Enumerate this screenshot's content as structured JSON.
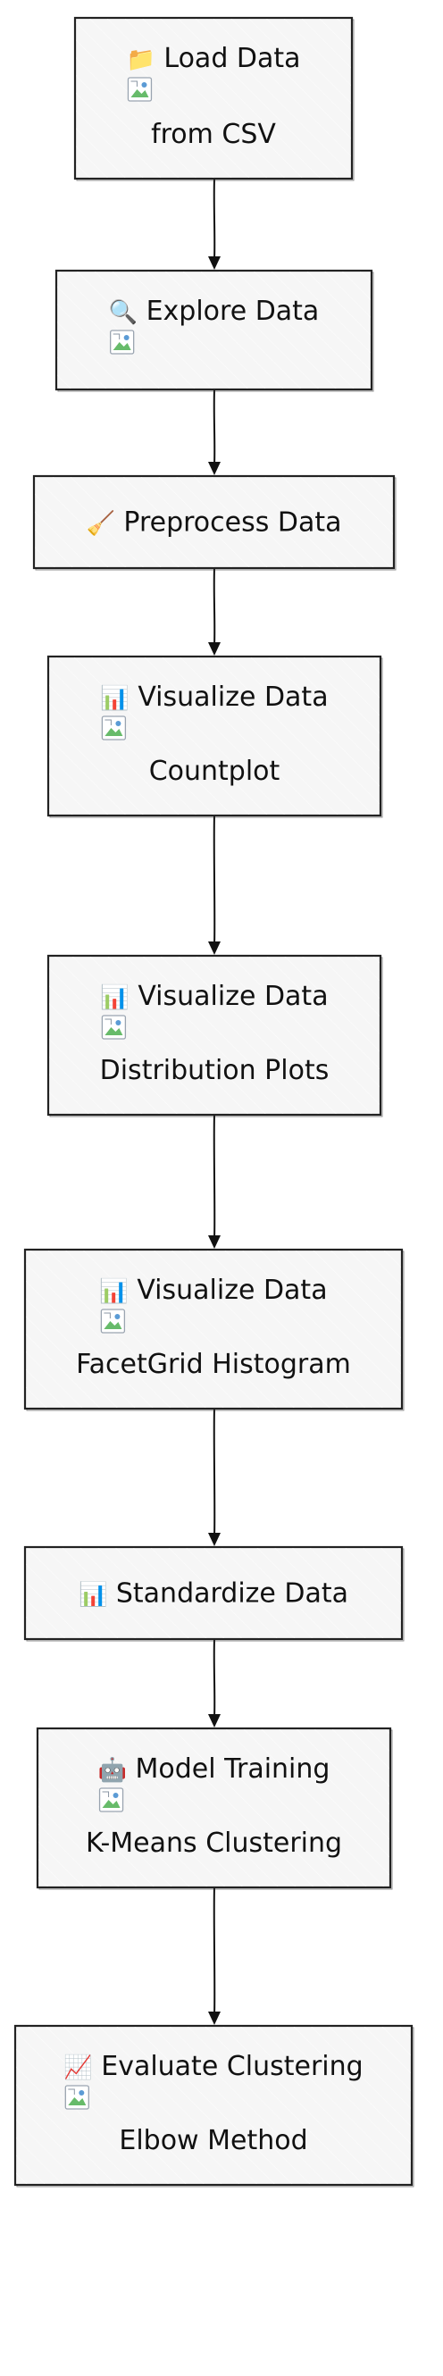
{
  "nodes": [
    {
      "id": "load",
      "icon": "folder-icon",
      "glyph": "📁",
      "line1": "Load Data",
      "line2": "from CSV",
      "has_image": true
    },
    {
      "id": "explore",
      "icon": "magnifier-icon",
      "glyph": "🔍",
      "line1": "Explore Data",
      "line2": "",
      "has_image": true
    },
    {
      "id": "preprocess",
      "icon": "broom-icon",
      "glyph": "🧹",
      "line1": "Preprocess Data",
      "line2": "",
      "has_image": false
    },
    {
      "id": "viz-count",
      "icon": "bar-chart-icon",
      "glyph": "📊",
      "line1": "Visualize Data",
      "line2": "Countplot",
      "has_image": true
    },
    {
      "id": "viz-dist",
      "icon": "bar-chart-icon",
      "glyph": "📊",
      "line1": "Visualize Data",
      "line2": "Distribution Plots",
      "has_image": true
    },
    {
      "id": "viz-facet",
      "icon": "bar-chart-icon",
      "glyph": "📊",
      "line1": "Visualize Data",
      "line2": "FacetGrid Histogram",
      "has_image": true
    },
    {
      "id": "standardize",
      "icon": "bar-chart-icon",
      "glyph": "📊",
      "line1": "Standardize Data",
      "line2": "",
      "has_image": false
    },
    {
      "id": "train",
      "icon": "robot-icon",
      "glyph": "🤖",
      "line1": "Model Training",
      "line2": "K-Means Clustering",
      "has_image": true
    },
    {
      "id": "evaluate",
      "icon": "chart-increasing-icon",
      "glyph": "📈",
      "line1": "Evaluate Clustering",
      "line2": "Elbow Method",
      "has_image": true
    }
  ],
  "edges": [
    {
      "from": "load",
      "to": "explore"
    },
    {
      "from": "explore",
      "to": "preprocess"
    },
    {
      "from": "preprocess",
      "to": "viz-count"
    },
    {
      "from": "viz-count",
      "to": "viz-dist"
    },
    {
      "from": "viz-dist",
      "to": "viz-facet"
    },
    {
      "from": "viz-facet",
      "to": "standardize"
    },
    {
      "from": "standardize",
      "to": "train"
    },
    {
      "from": "train",
      "to": "evaluate"
    }
  ]
}
